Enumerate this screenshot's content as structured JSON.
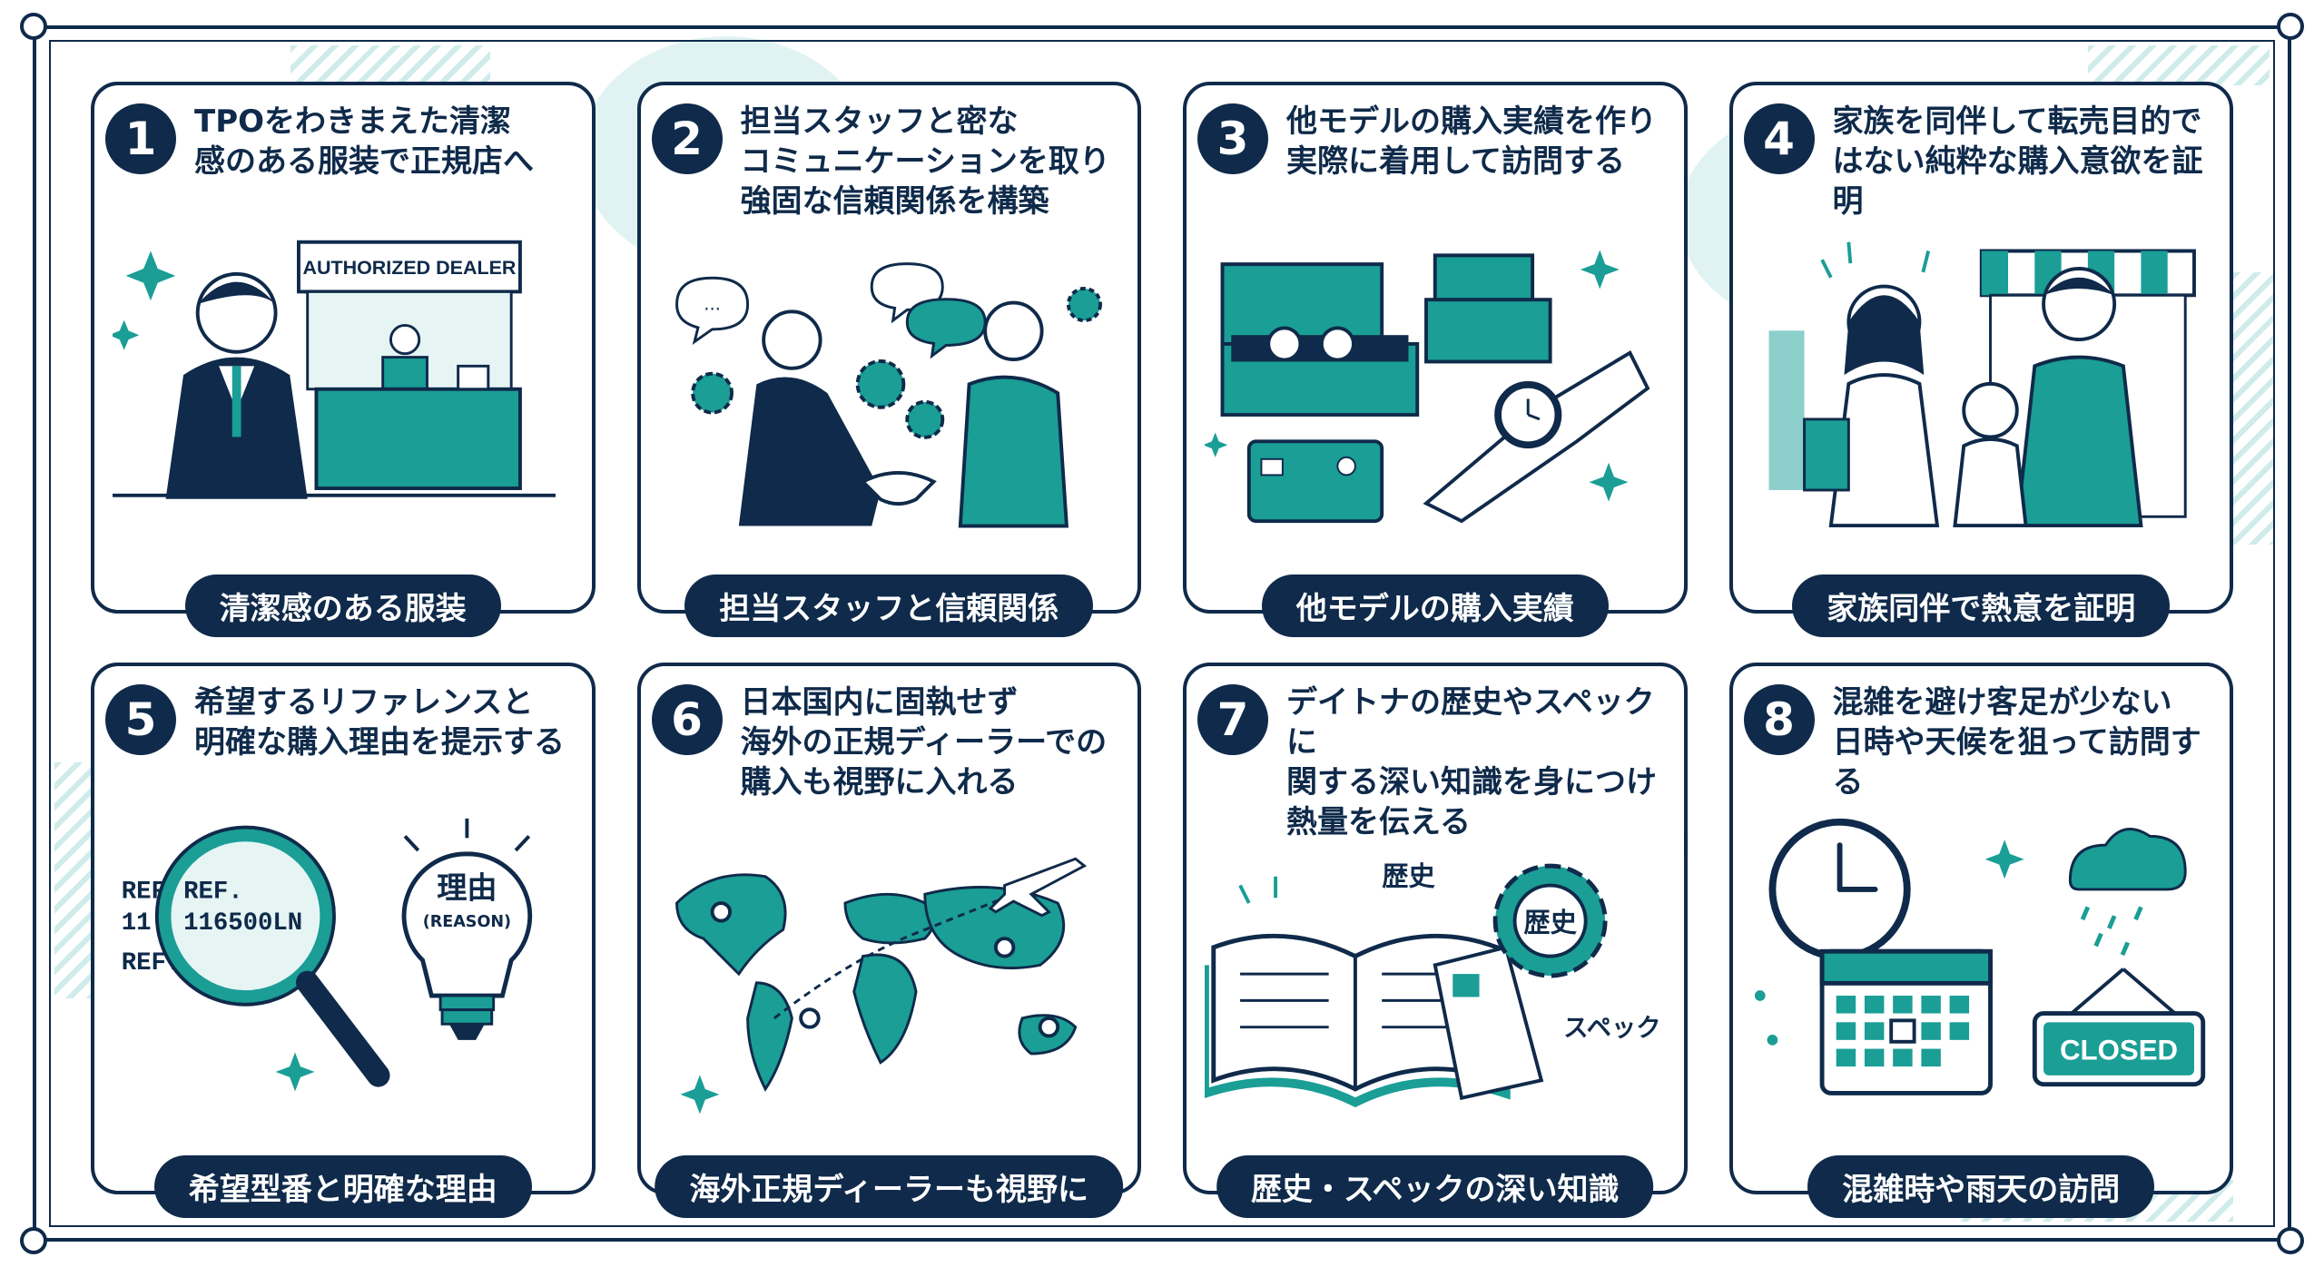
{
  "cards": [
    {
      "number": "1",
      "title": "TPOをわきまえた清潔\n感のある服装で正規店へ",
      "label": "清潔感のある服装",
      "sign": "AUTHORIZED DEALER"
    },
    {
      "number": "2",
      "title": "担当スタッフと密な\nコミュニケーションを取り\n強固な信頼関係を構築",
      "label": "担当スタッフと信頼関係"
    },
    {
      "number": "3",
      "title": "他モデルの購入実績を作り\n実際に着用して訪問する",
      "label": "他モデルの購入実績"
    },
    {
      "number": "4",
      "title": "家族を同伴して転売目的で\nはない純粋な購入意欲を証明",
      "label": "家族同伴で熱意を証明"
    },
    {
      "number": "5",
      "title": "希望するリファレンスと\n明確な購入理由を提示する",
      "label": "希望型番と明確な理由",
      "ref_lines": [
        "REF.",
        "116500LN",
        "REF.",
        "11"
      ],
      "bulb_main": "理由",
      "bulb_sub": "(REASON)"
    },
    {
      "number": "6",
      "title": "日本国内に固執せず\n海外の正規ディーラーでの\n購入も視野に入れる",
      "label": "海外正規ディーラーも視野に"
    },
    {
      "number": "7",
      "title": "デイトナの歴史やスペックに\n関する深い知識を身につけ\n熱量を伝える",
      "label": "歴史・スペックの深い知識",
      "tag_history": "歴史",
      "tag_gear": "歴史",
      "tag_spec": "スペック"
    },
    {
      "number": "8",
      "title": "混雑を避け客足が少ない\n日時や天候を狙って訪問する",
      "label": "混雑時や雨天の訪問",
      "closed_sign": "CLOSED"
    }
  ],
  "colors": {
    "navy": "#0f2a4a",
    "teal": "#1a9e96",
    "light_teal": "#d8f0ef"
  }
}
